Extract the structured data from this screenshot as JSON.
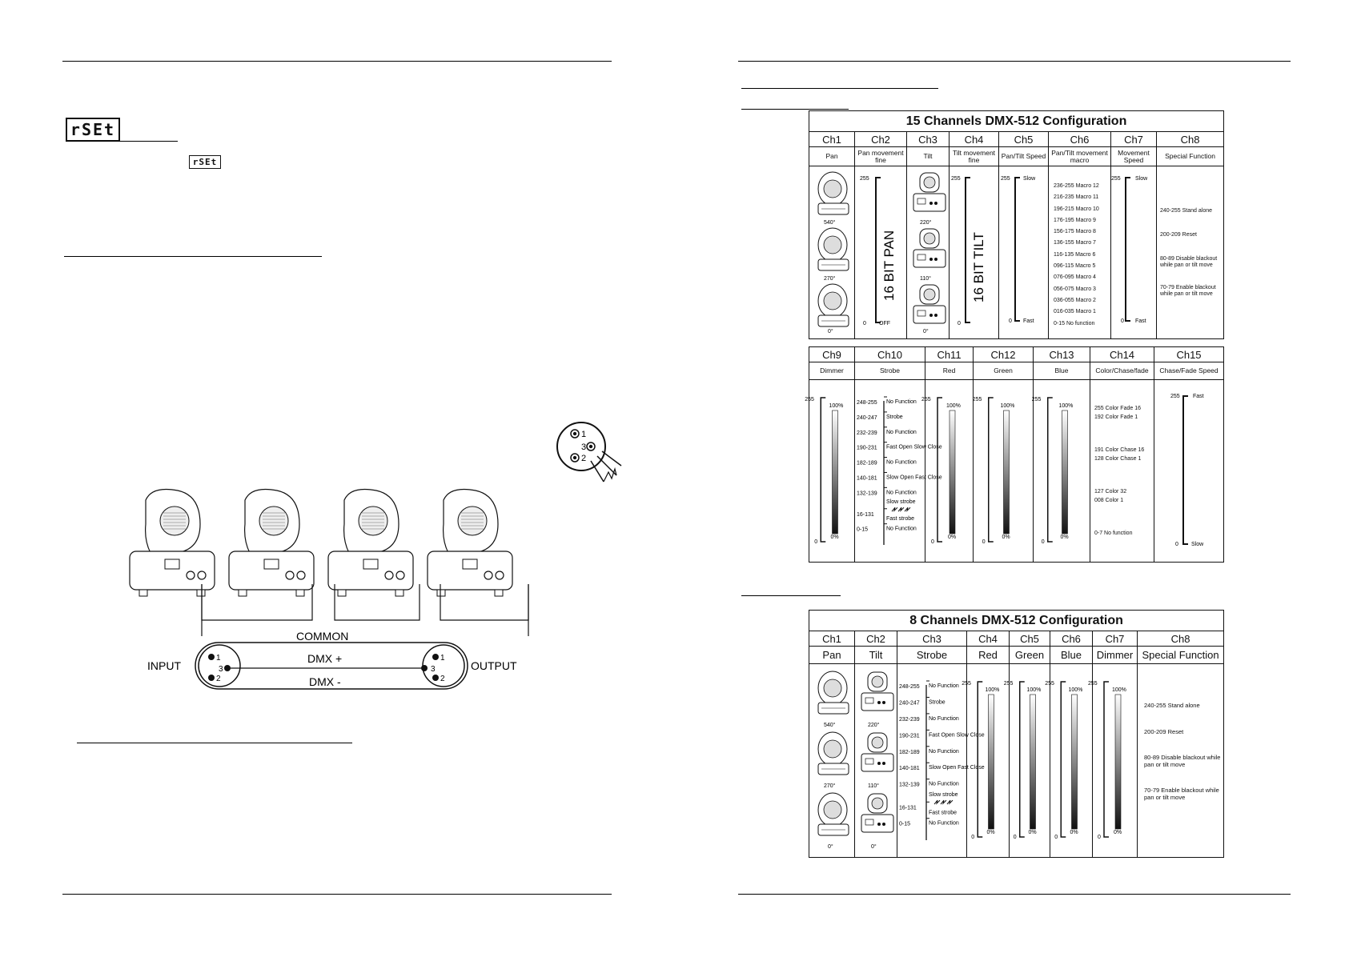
{
  "left": {
    "lcd_large": "rSEt",
    "lcd_small": "rSEt"
  },
  "wiring": {
    "common": "COMMON",
    "input": "INPUT",
    "output": "OUTPUT",
    "dmx_plus": "DMX +",
    "dmx_minus": "DMX -",
    "pins": [
      "1",
      "3",
      "2"
    ]
  },
  "table15": {
    "title": "15 Channels DMX-512 Configuration",
    "top_channels": [
      "Ch1",
      "Ch2",
      "Ch3",
      "Ch4",
      "Ch5",
      "Ch6",
      "Ch7",
      "Ch8"
    ],
    "top_functions": [
      "Pan",
      "Pan movement fine",
      "Tilt",
      "Tilt movement fine",
      "Pan/Tilt Speed",
      "Pan/Tilt movement macro",
      "Movement Speed",
      "Special Function"
    ],
    "pan_angles": [
      "540°",
      "270°",
      "0°"
    ],
    "tilt_angles": [
      "220°",
      "110°",
      "0°"
    ],
    "ch2_top": "255",
    "ch2_bottom": "0",
    "ch2_off": "OFF",
    "ch2_label": "16  BIT  PAN",
    "ch4_top": "255",
    "ch4_bottom": "0",
    "ch4_label": "16  BIT  TILT",
    "ch5_top": "255",
    "ch5_slow": "Slow",
    "ch5_bottom": "0",
    "ch5_fast": "Fast",
    "ch7_top": "255",
    "ch7_slow": "Slow",
    "ch7_bottom": "0",
    "ch7_fast": "Fast",
    "ch6_macros": [
      "236-255  Macro 12",
      "216-235  Macro 11",
      "196-215  Macro 10",
      "176-195  Macro 9",
      "156-175  Macro 8",
      "136-155  Macro 7",
      "116-135  Macro 6",
      "096-115  Macro 5",
      "076-095  Macro 4",
      "056-075  Macro 3",
      "036-055  Macro 2",
      "016-035  Macro 1",
      "0-15  No function"
    ],
    "ch8_functions": [
      "240-255 Stand alone",
      "200-209 Reset",
      "80-89 Disable blackout while pan or tilt move",
      "70-79 Enable blackout while pan or tilt move"
    ],
    "bottom_channels": [
      "Ch9",
      "Ch10",
      "Ch11",
      "Ch12",
      "Ch13",
      "Ch14",
      "Ch15"
    ],
    "bottom_functions": [
      "Dimmer",
      "Strobe",
      "Red",
      "Green",
      "Blue",
      "Color/Chase/fade",
      "Chase/Fade  Speed"
    ],
    "v255": "255",
    "v0": "0",
    "p100": "100%",
    "p0": "0%",
    "strobe_ranges": [
      "248-255",
      "240-247",
      "232-239",
      "190-231",
      "182-189",
      "140-181",
      "132-139",
      "16-131",
      "0-15"
    ],
    "strobe_labels": [
      "No Function",
      "Strobe",
      "No Function",
      "Fast  Open Slow Close",
      "No Function",
      "Slow Open Fast  Close",
      "No Function",
      "Slow strobe",
      "Fast  strobe",
      "No Function"
    ],
    "ch14_items": [
      "255  Color Fade 16",
      "192  Color Fade 1",
      "191  Color Chase 16",
      "128  Color Chase 1",
      "127  Color 32",
      "008  Color 1",
      "0-7  No function"
    ],
    "ch15_fast": "Fast",
    "ch15_slow": "Slow"
  },
  "table8": {
    "title": "8 Channels DMX-512 Configuration",
    "channels": [
      "Ch1",
      "Ch2",
      "Ch3",
      "Ch4",
      "Ch5",
      "Ch6",
      "Ch7",
      "Ch8"
    ],
    "functions": [
      "Pan",
      "Tilt",
      "Strobe",
      "Red",
      "Green",
      "Blue",
      "Dimmer",
      "Special Function"
    ],
    "pan_angles": [
      "540°",
      "270°",
      "0°"
    ],
    "tilt_angles": [
      "220°",
      "110°",
      "0°"
    ],
    "strobe_ranges": [
      "248-255",
      "240-247",
      "232-239",
      "190-231",
      "182-189",
      "140-181",
      "132-139",
      "16-131",
      "0-15"
    ],
    "strobe_labels": [
      "No Function",
      "Strobe",
      "No Function",
      "Fast  Open Slow Close",
      "No Function",
      "Slow Open Fast  Close",
      "No Function",
      "Slow strobe",
      "Fast  strobe",
      "No Function"
    ],
    "v255": "255",
    "v0": "0",
    "p100": "100%",
    "p0": "0%",
    "ch8_functions": [
      "240-255 Stand alone",
      "200-209 Reset",
      "80-89 Disable blackout while pan or tilt move",
      "70-79 Enable blackout while pan or tilt move"
    ]
  }
}
